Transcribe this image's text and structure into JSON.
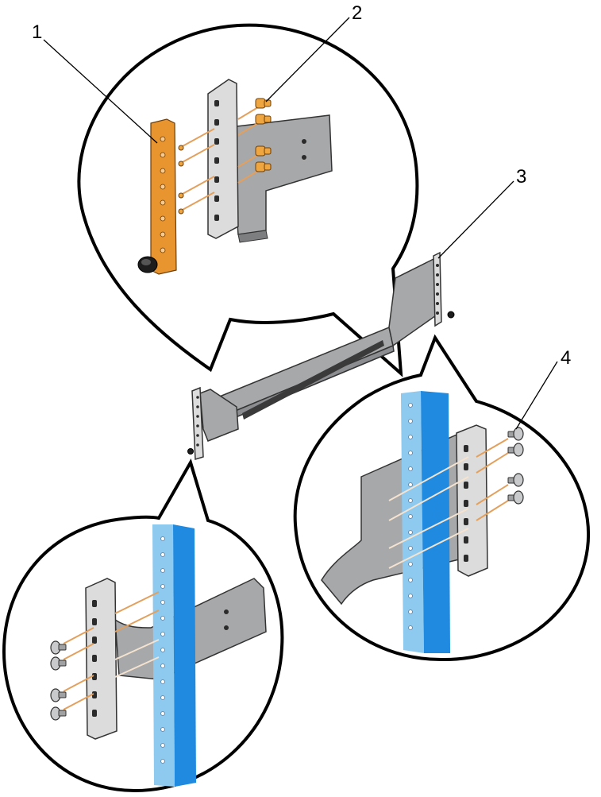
{
  "callouts": [
    {
      "id": "1",
      "label": "1"
    },
    {
      "id": "2",
      "label": "2"
    },
    {
      "id": "3",
      "label": "3"
    },
    {
      "id": "4",
      "label": "4"
    }
  ],
  "colors": {
    "rail": "#a7a8aa",
    "rack_post": "#1f8ae0",
    "rack_post_light": "#8ec9ef",
    "adapter": "#e9952f",
    "guide_line": "#e3a05c"
  }
}
